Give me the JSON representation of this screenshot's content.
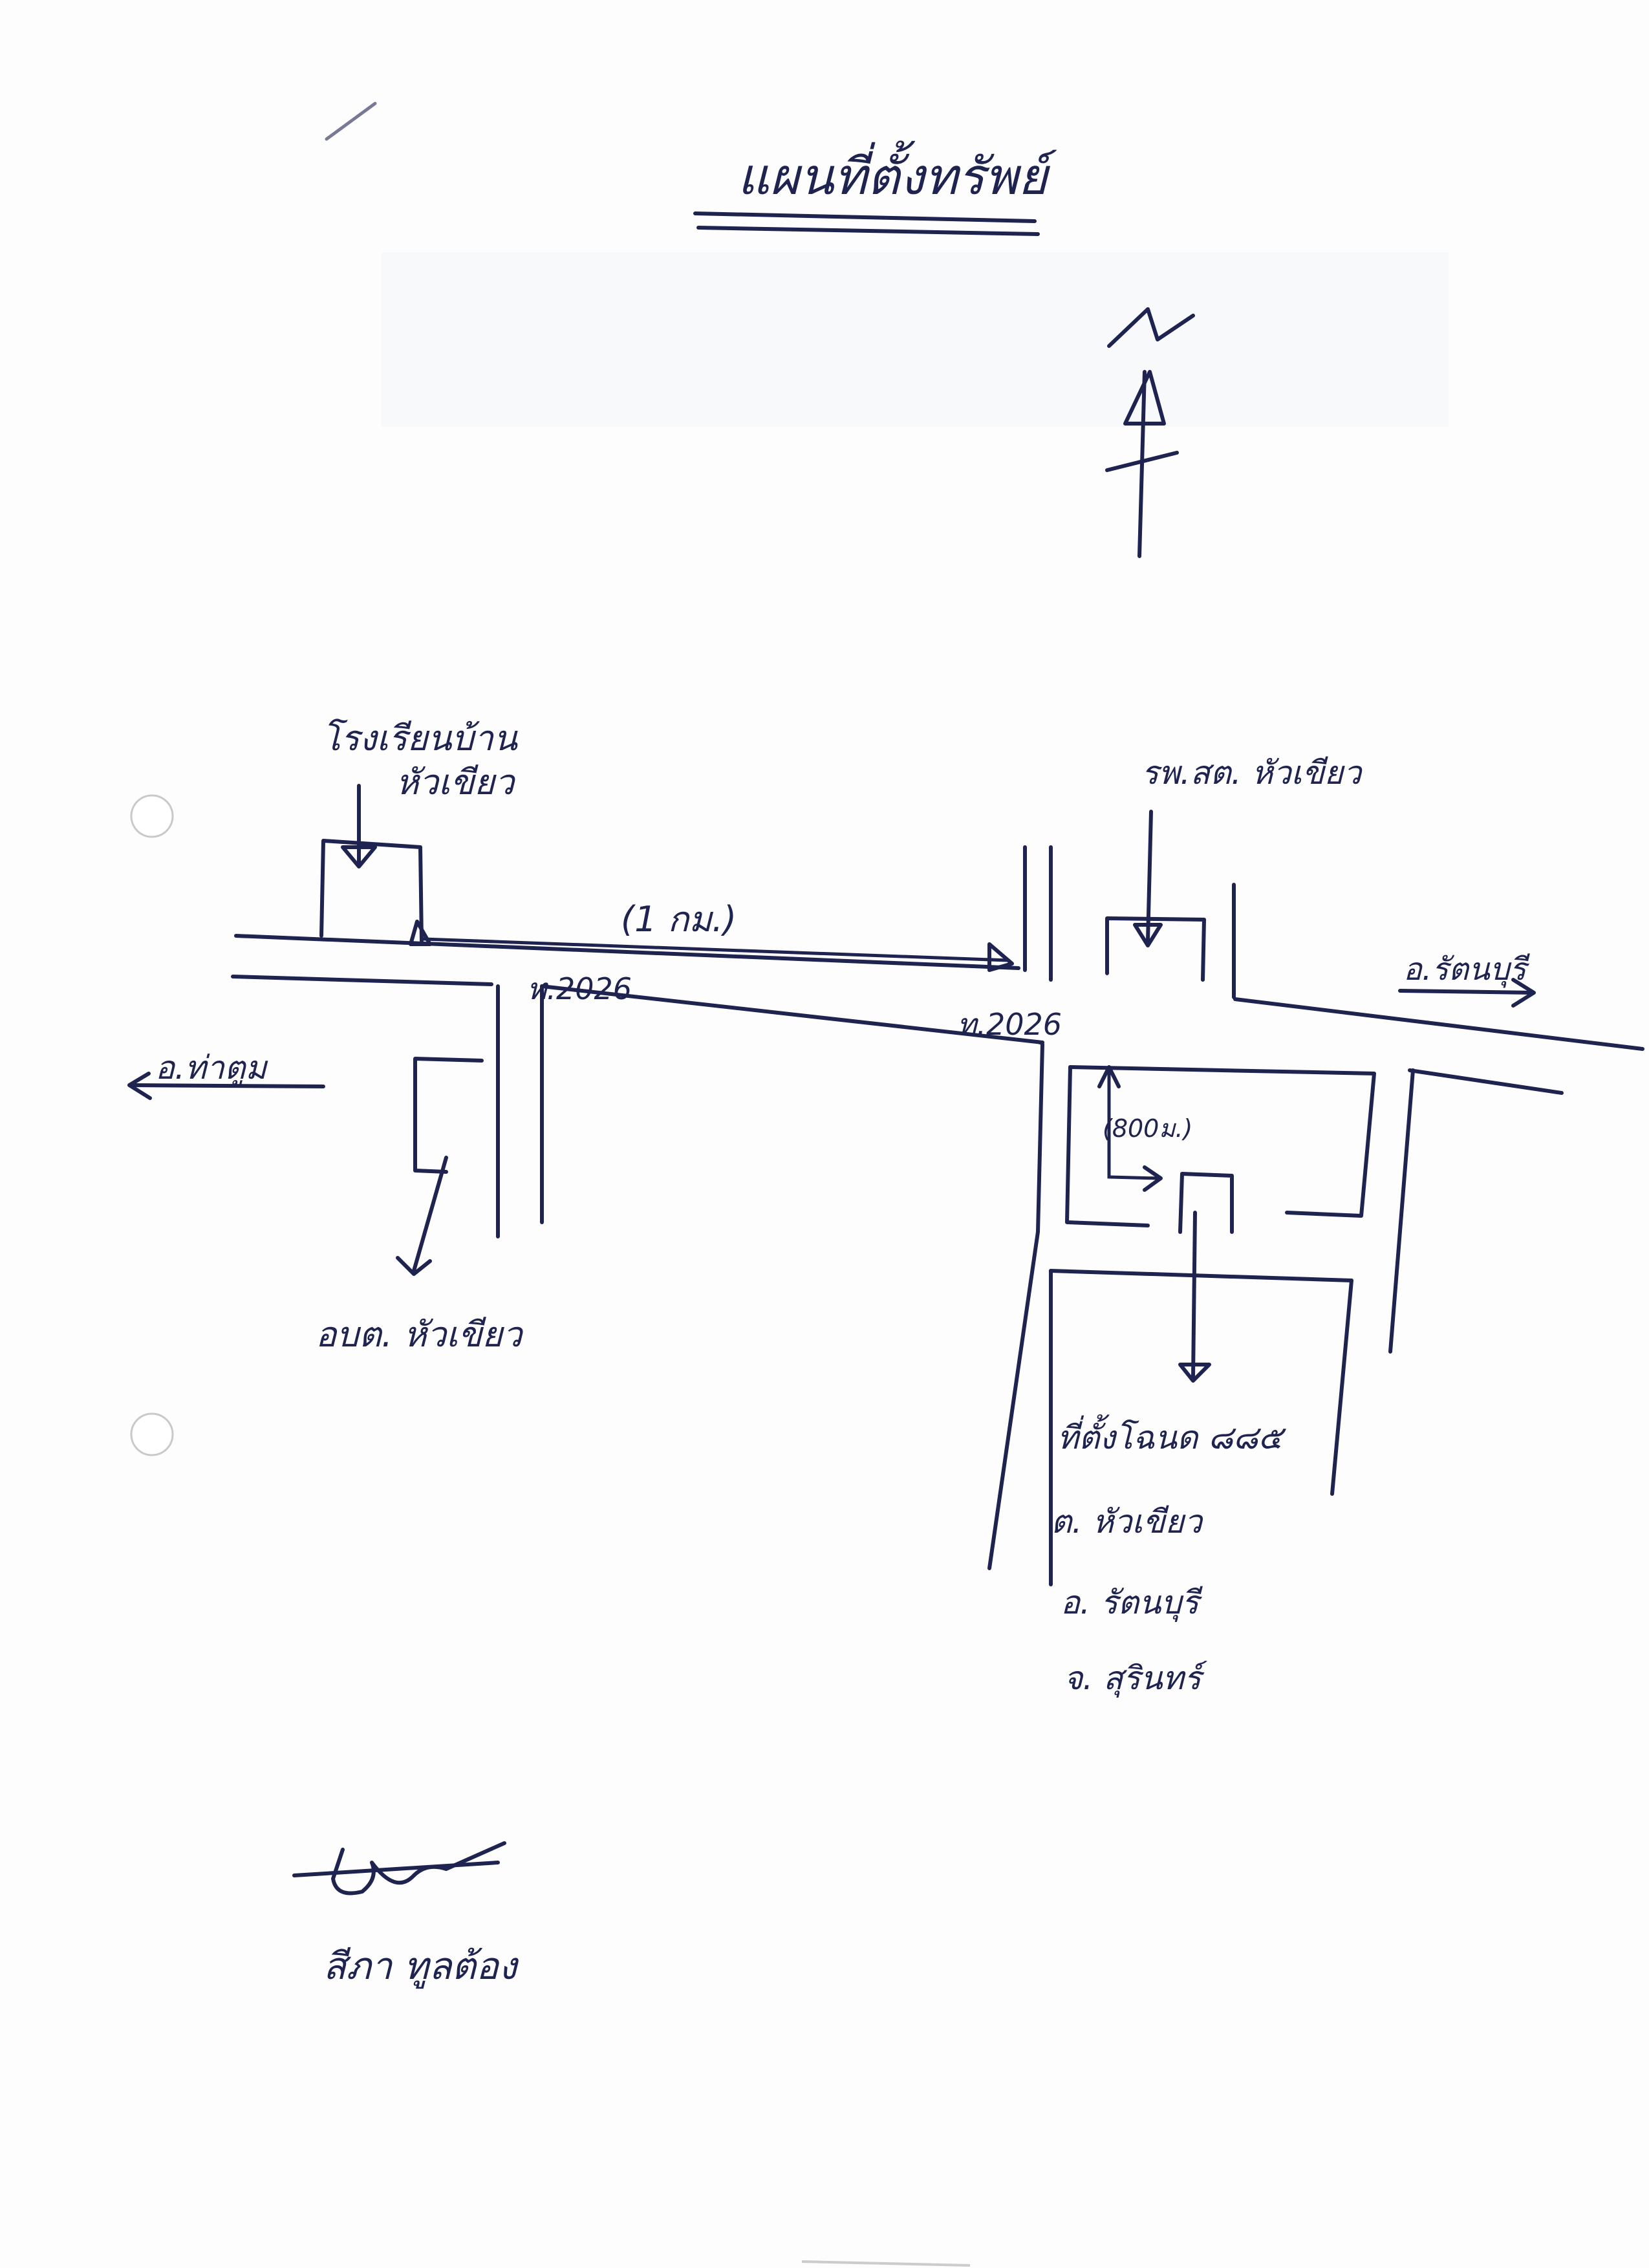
{
  "title": "แผนที่ตั้งทรัพย์",
  "north_symbol": "N",
  "landmarks": {
    "school": [
      "โรงเรียนบ้าน",
      "หัวเขียว"
    ],
    "hospital": "รพ.สต. หัวเขียว",
    "district_office": "อบต. หัวเขียว",
    "property": [
      "ที่ตั้งโฉนด ๘๘๕",
      "ต. หัวเขียว",
      "อ. รัตนบุรี",
      "จ. สุรินทร์"
    ]
  },
  "directions": {
    "west": "อ.ท่าตูม",
    "east": "อ.รัตนบุรี"
  },
  "roads": {
    "road_label_1": "ท.2026",
    "road_label_2": "ท.2026"
  },
  "distances": {
    "main_road": "(1 กม.)",
    "side_road": "(800ม.)"
  },
  "signature": {
    "name": "สีภา ทูลต้อง"
  }
}
